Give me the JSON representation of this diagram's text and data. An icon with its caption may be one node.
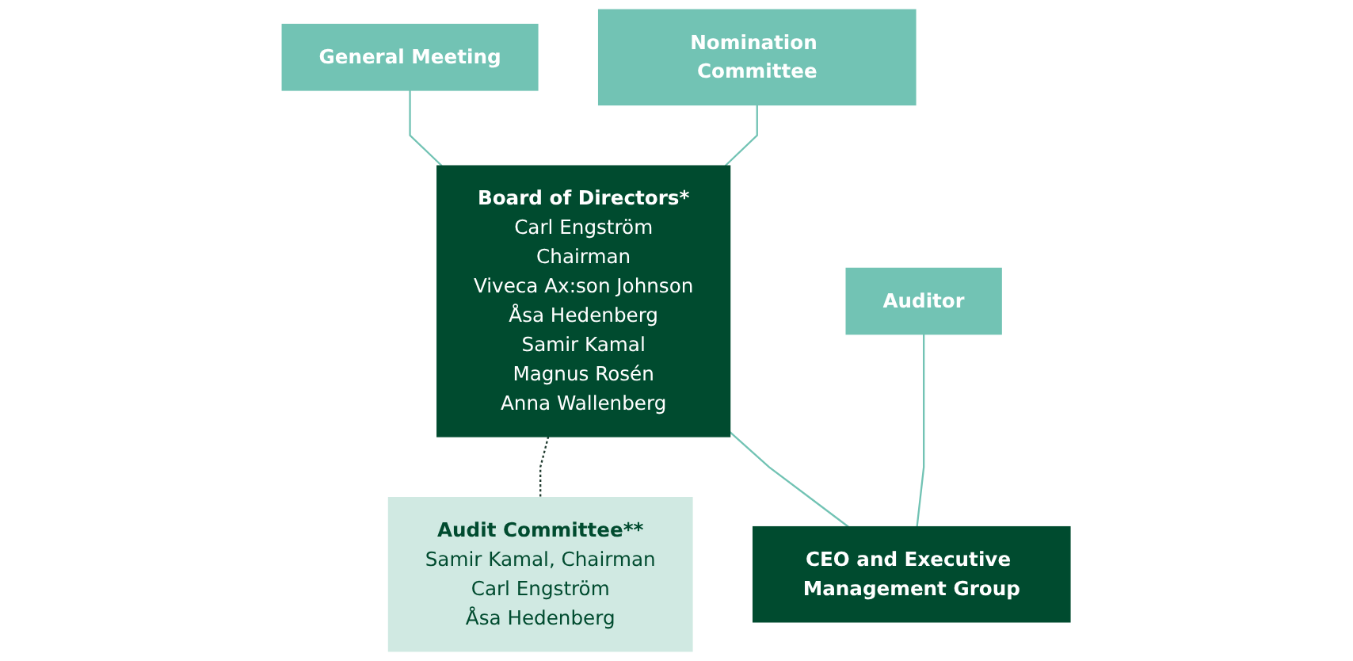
{
  "diagram": {
    "nodes": [
      {
        "text": [
          "Nomination Committee"
        ]
      },
      {
        "text": [
          "General Meeting"
        ]
      },
      {
        "text": [
          "Auditor"
        ]
      },
      {
        "text": [
          "Board of Directors*",
          "Carl Engström",
          "Chairman",
          "Viveca Ax:son Johnson",
          "Åsa Hedenberg",
          "Samir Kamal",
          "Magnus Rosén",
          "Anna Wallenberg"
        ]
      },
      {
        "text": [
          "Audit Committee**",
          "Samir Kamal, Chairman",
          "Carl Engström",
          "Åsa Hedenberg"
        ]
      },
      {
        "text": [
          "CEO and Executive Management Group"
        ]
      }
    ],
    "edges": [
      {
        "from": 0,
        "to": 3,
        "arrow": "none"
      },
      {
        "from": 1,
        "to": 3,
        "arrow": "none"
      },
      {
        "from": 2,
        "to": 5,
        "arrow": "none"
      },
      {
        "from": 3,
        "to": 4,
        "arrow": "none",
        "style": "dashed",
        "color": "#1f3a2e"
      },
      {
        "from": 3,
        "to": 5,
        "arrow": "none"
      }
    ]
  }
}
